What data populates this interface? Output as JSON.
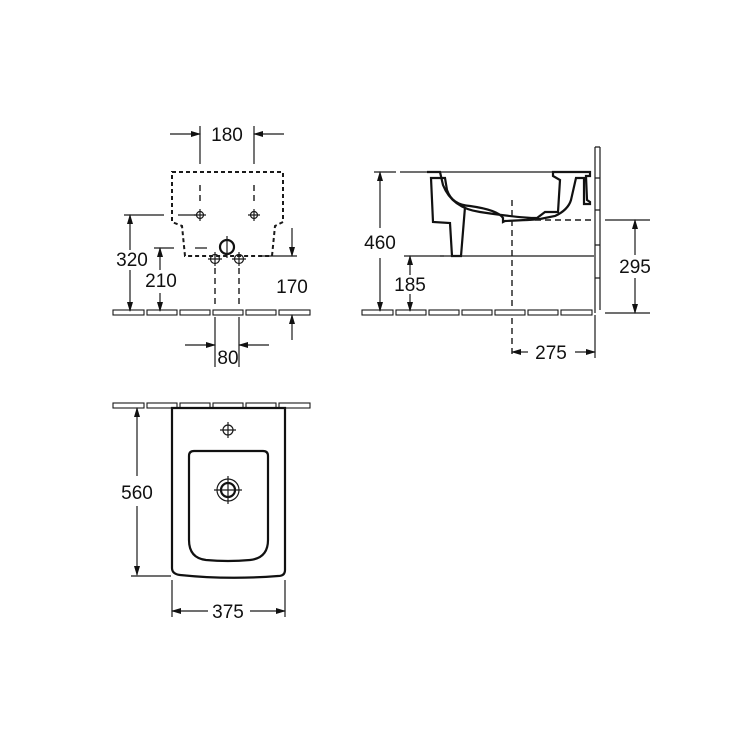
{
  "title": "Bidet technical drawing",
  "front_view": {
    "dimensions": {
      "fixing_spacing": "180",
      "fixing_height": "320",
      "supply_height": "210",
      "waste_height": "170",
      "supply_spacing": "80"
    }
  },
  "side_view": {
    "dimensions": {
      "rim_height": "460",
      "bottom_height": "185",
      "waste_height": "295",
      "projection_to_drain": "275"
    }
  },
  "top_view": {
    "dimensions": {
      "length": "560",
      "width": "375"
    }
  },
  "colors": {
    "line": "#1a1a1a",
    "background": "#ffffff"
  }
}
